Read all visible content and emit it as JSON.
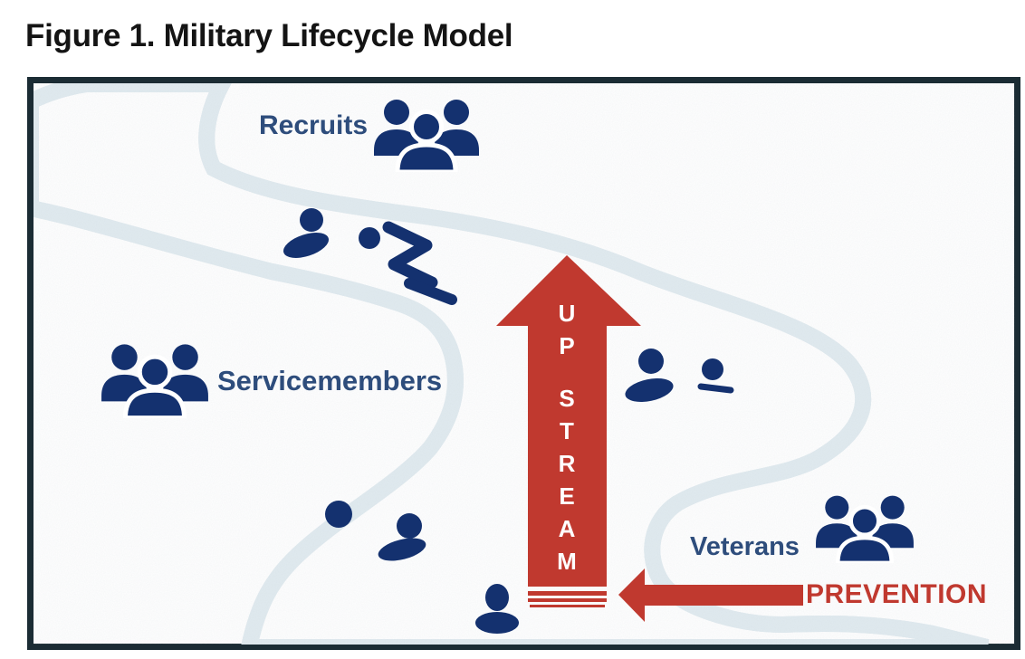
{
  "figure": {
    "title": "Figure 1. Military Lifecycle Model",
    "stages": [
      {
        "label": "Recruits",
        "icon": "people-group-icon"
      },
      {
        "label": "Servicemembers",
        "icon": "people-group-icon"
      },
      {
        "label": "Veterans",
        "icon": "people-group-icon"
      }
    ],
    "arrows": {
      "upstream": "UP STREAM",
      "prevention": "PREVENTION"
    },
    "river_figures": [
      "swimming-person-icon",
      "freestyle-swimmer-icon",
      "swimming-person-icon",
      "head-above-water-icon",
      "bobbing-head-icon",
      "swimming-person-icon",
      "swimming-person-icon"
    ],
    "colors": {
      "river_light": "#a9cfe0",
      "river_dark": "#8cb6cb",
      "icon_navy": "#14316f",
      "label_navy": "#2e4d7c",
      "arrow_red": "#c0392f",
      "frame": "#1b2c34",
      "title_text": "#141414"
    }
  }
}
